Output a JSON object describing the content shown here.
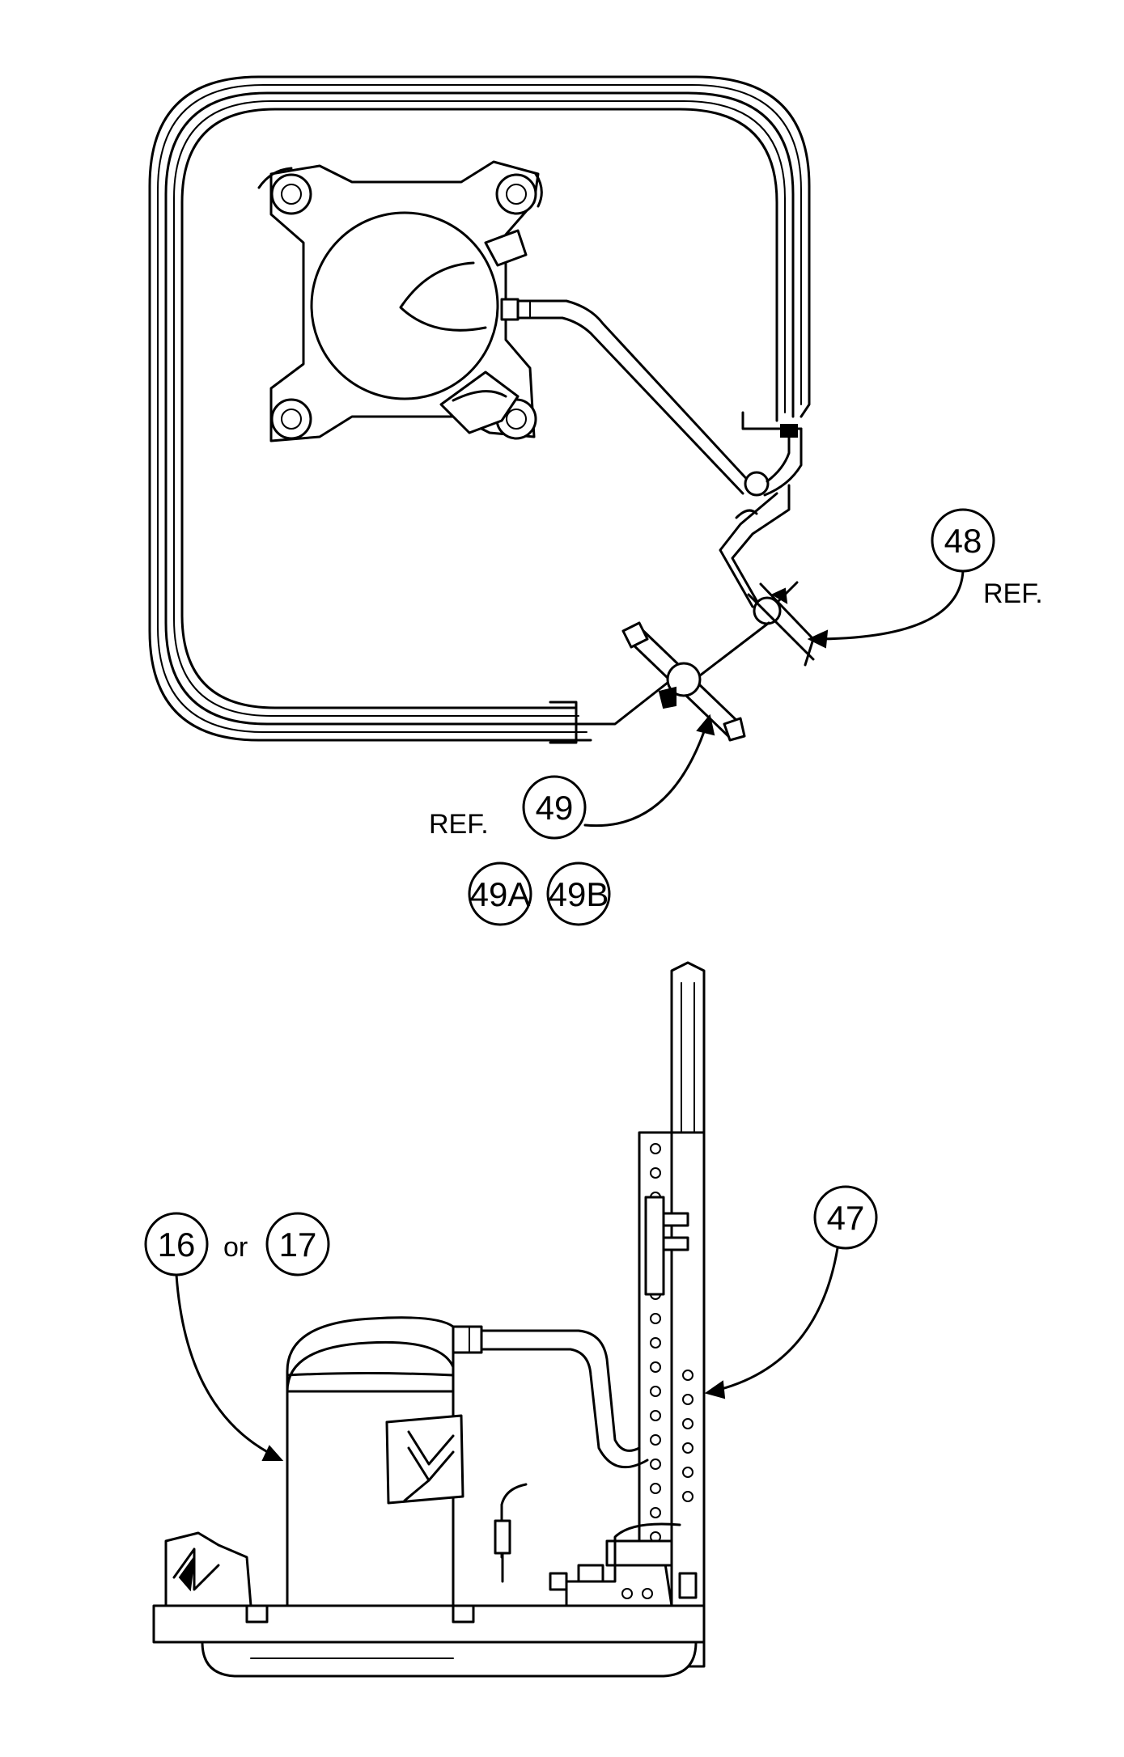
{
  "callouts": {
    "part_48": "48",
    "ref_48": "REF.",
    "part_49": "49",
    "ref_49": "REF.",
    "part_49a": "49A",
    "part_49b": "49B",
    "part_16": "16",
    "or_word": "or",
    "part_17": "17",
    "part_47": "47"
  },
  "colors": {
    "ink": "#000000",
    "paper": "#ffffff"
  }
}
